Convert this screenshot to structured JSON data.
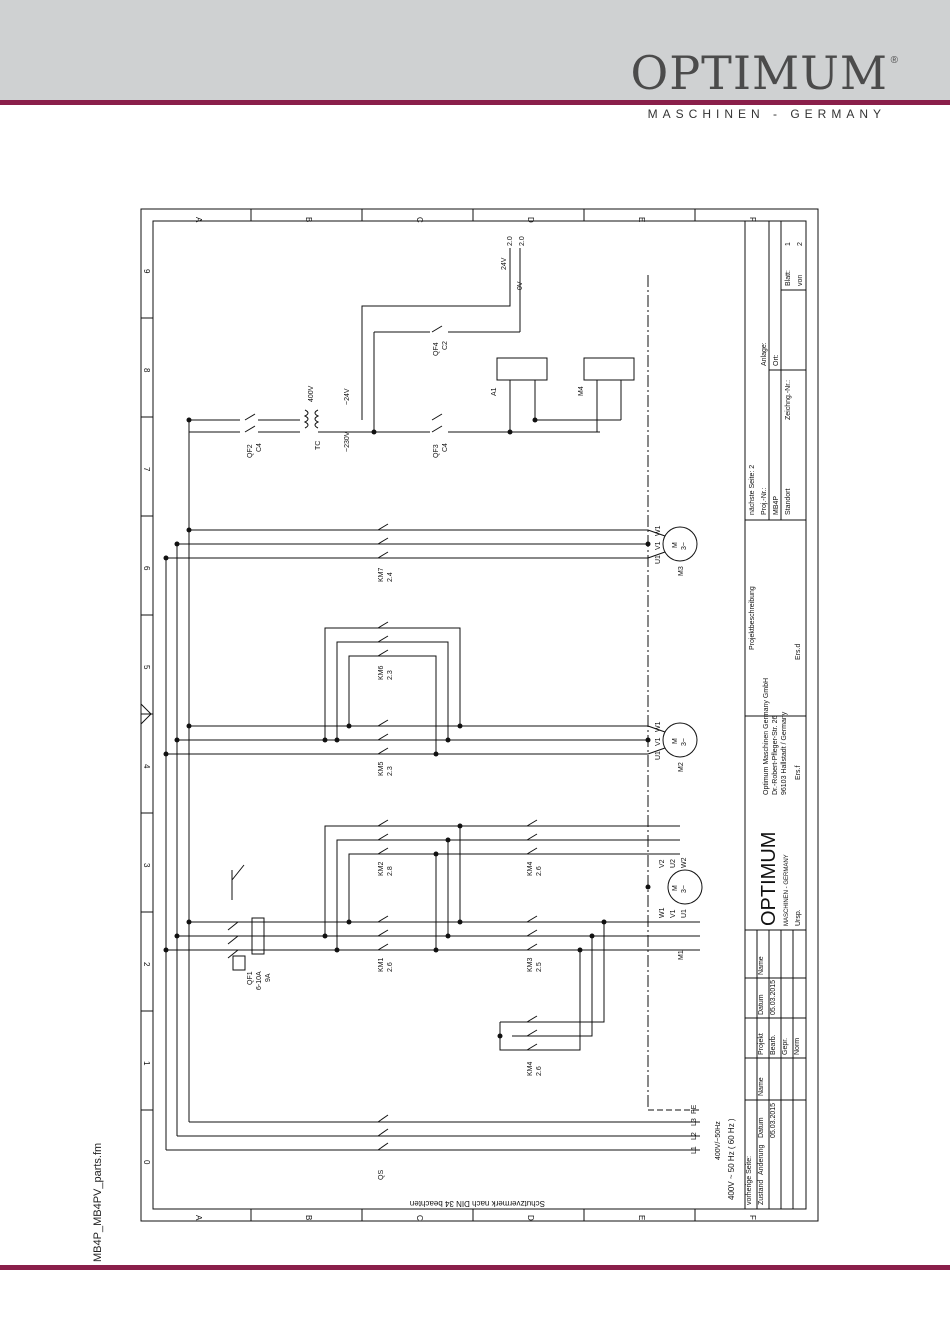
{
  "header": {
    "brand": "OPTIMUM",
    "registered": "®",
    "subtitle": "MASCHINEN - GERMANY"
  },
  "side_reference": "MB4P_MB4PV_parts.fm",
  "drawing": {
    "row_labels": [
      "A",
      "B",
      "C",
      "D",
      "E",
      "F"
    ],
    "column_labels": [
      "0",
      "1",
      "2",
      "3",
      "4",
      "5",
      "6",
      "7",
      "8",
      "9"
    ],
    "border_note": "Schutzvermerk nach DIN 34 beachten",
    "supply_note_1": "400V ~ 50 Hz ( 60 Hz )",
    "supply_note_2": "400V/~50Hz",
    "phases": [
      "L1",
      "L2",
      "L3",
      "PE"
    ],
    "main_switch": "QS",
    "breaker_qf1": "QF1",
    "breaker_qf1_range": "6-10A",
    "breaker_qf1_set": "9A",
    "breakers": [
      {
        "name": "QF2",
        "rating": "C4"
      },
      {
        "name": "QF3",
        "rating": "C4"
      },
      {
        "name": "QF4",
        "rating": "C2"
      }
    ],
    "transformer": "TC",
    "transformer_in": "400V",
    "transformer_out1": "~24V",
    "transformer_out2": "~230V",
    "out_24v": "24V",
    "out_0v": "0V",
    "ref_20a": "2.0",
    "ref_20b": "2.0",
    "components": [
      "A1",
      "M4"
    ],
    "motors": [
      {
        "name": "M1",
        "terminals": [
          "U1",
          "V1",
          "W1",
          "U2",
          "V2",
          "W2"
        ]
      },
      {
        "name": "M2",
        "terminals": [
          "U1",
          "V1",
          "W1"
        ]
      },
      {
        "name": "M3",
        "terminals": [
          "U1",
          "V1",
          "W1"
        ]
      }
    ],
    "motor_symbol": "M",
    "motor_phase": "3~",
    "contactors": [
      {
        "name": "KM1",
        "ref": "2.6"
      },
      {
        "name": "KM2",
        "ref": "2.8"
      },
      {
        "name": "KM3",
        "ref": "2.5"
      },
      {
        "name": "KM4",
        "ref": "2.6"
      },
      {
        "name": "KM4",
        "ref": "2.6"
      },
      {
        "name": "KM5",
        "ref": "2.3"
      },
      {
        "name": "KM6",
        "ref": "2.3"
      },
      {
        "name": "KM7",
        "ref": "2.4"
      }
    ],
    "title_block": {
      "vorherige_seite": "vorherige Seite:",
      "naechste_seite": "nächste Seite: 2",
      "zustand": "Zustand",
      "aenderung": "Änderung",
      "datum": "Datum",
      "name": "Name",
      "date_value": "05.03.2015",
      "projekt": "Projekt",
      "bearb": "Bearb.",
      "gepr": "Gepr.",
      "norm": "Norm",
      "company_line1": "Optimum Maschinen Germany GmbH",
      "company_line2": "Dr.-Robert-Pfleger-Str. 26",
      "company_line3": "96103 Hallstadt / Germany",
      "logo": "OPTIMUM",
      "logo_sub": "MASCHINEN - GERMANY",
      "projektbeschreibung": "Projektbeschreibung",
      "proj_nr_label": "Proj.-Nr.:",
      "proj_nr": "MB4P",
      "standort": "Standort",
      "anlage": "Anlage:",
      "ort": "Ort:",
      "zeichn_nr": "Zeichng.-Nr.:",
      "blatt_label": "Blatt:",
      "blatt": "1",
      "von_label": "von",
      "von": "2",
      "ursp": "Ursp.",
      "ers_f": "Ers.f",
      "ers_d": "Ers.d"
    }
  }
}
